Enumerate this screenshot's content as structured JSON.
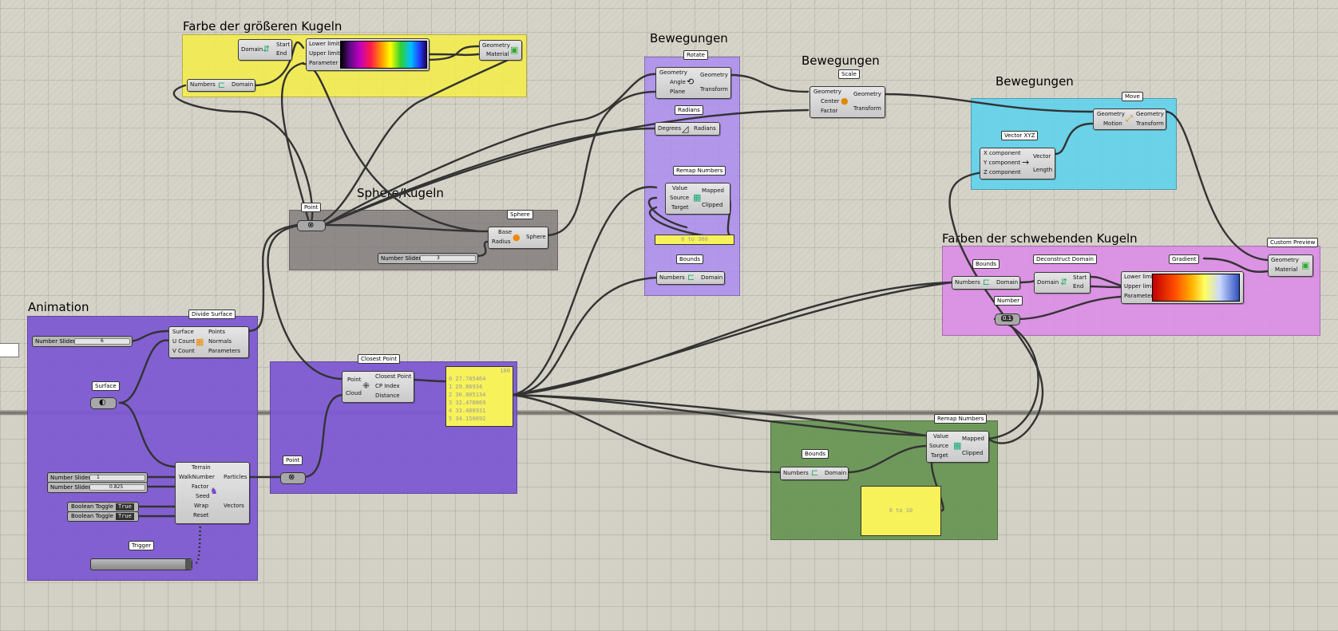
{
  "groups": {
    "farbe_title": "Farbe der größeren Kugeln",
    "bew1_title": "Bewegungen",
    "bew2_title": "Bewegungen",
    "bew3_title": "Bewegungen",
    "sphere_title": "Sphere/Kugeln",
    "farben_title": "Farben der schwebenden Kugeln",
    "animation_title": "Animation"
  },
  "colors": {
    "yellow_group": "#f0ea58",
    "purple_group": "#9a78e0",
    "dark_group": "#8b8787",
    "blue_group": "#5ad2ea",
    "pink_group": "#d98ae2",
    "violet_group": "#7b5bd3",
    "green_group": "#6c9a57",
    "panel_yellow": "#f7f25a"
  },
  "components": {
    "domain_top": {
      "left": "Domain",
      "out1": "Start",
      "out2": "End"
    },
    "numbers_domain_top": {
      "in": "Numbers",
      "out": "Domain"
    },
    "gradient_top": {
      "in1": "Lower limit",
      "in2": "Upper limit",
      "in3": "Parameter"
    },
    "preview_top": {
      "in1": "Geometry",
      "in2": "Material"
    },
    "rotate": {
      "badge": "Rotate",
      "in1": "Geometry",
      "in2": "Angle",
      "in3": "Plane",
      "out1": "Geometry",
      "out2": "Transform"
    },
    "radians": {
      "badge": "Radians",
      "in": "Degrees",
      "out": "Radians"
    },
    "remap1": {
      "badge": "Remap Numbers",
      "in1": "Value",
      "in2": "Source",
      "in3": "Target",
      "out1": "Mapped",
      "out2": "Clipped"
    },
    "panel_0_360": {
      "text": "0 to 360"
    },
    "bounds1": {
      "badge": "Bounds",
      "in": "Numbers",
      "out": "Domain"
    },
    "scale": {
      "badge": "Scale",
      "in1": "Geometry",
      "in2": "Center",
      "in3": "Factor",
      "out1": "Geometry",
      "out2": "Transform"
    },
    "move": {
      "badge": "Move",
      "in1": "Geometry",
      "in2": "Motion",
      "out1": "Geometry",
      "out2": "Transform"
    },
    "vectorxyz": {
      "badge": "Vector XYZ",
      "in1": "X component",
      "in2": "Y component",
      "in3": "Z component",
      "out1": "Vector",
      "out2": "Length"
    },
    "point_top": {
      "badge": "Point"
    },
    "sphere": {
      "badge": "Sphere",
      "in1": "Base",
      "in2": "Radius",
      "out": "Sphere"
    },
    "slider_sphere": {
      "label": "Number Slider",
      "value": "3"
    },
    "bounds2": {
      "badge": "Bounds",
      "in": "Numbers",
      "out": "Domain"
    },
    "deconstruct": {
      "badge": "Deconstruct Domain",
      "in": "Domain",
      "out1": "Start",
      "out2": "End"
    },
    "gradient2": {
      "badge": "Gradient",
      "in1": "Lower limit",
      "in2": "Upper limit",
      "in3": "Parameter"
    },
    "custom_preview": {
      "badge": "Custom Preview",
      "in1": "Geometry",
      "in2": "Material"
    },
    "number": {
      "badge": "Number",
      "value": "0.1"
    },
    "divide_surface": {
      "badge": "Divide Surface",
      "in1": "Surface",
      "in2": "U Count",
      "in3": "V Count",
      "out1": "Points",
      "out2": "Normals",
      "out3": "Parameters"
    },
    "slider_anim": {
      "label": "Number Slider",
      "value": "6"
    },
    "surface": {
      "badge": "Surface"
    },
    "walker": {
      "in1": "Terrain",
      "in2": "WalkNumber",
      "in3": "Factor",
      "in4": "Seed",
      "in5": "Wrap",
      "in6": "Reset",
      "out1": "Particles",
      "out2": "Vectors"
    },
    "slider_walk1": {
      "label": "Number Slider",
      "value": "1"
    },
    "slider_walk2": {
      "label": "Number Slider",
      "value": "0.825"
    },
    "toggle1": {
      "label": "Boolean Toggle",
      "value": "True"
    },
    "toggle2": {
      "label": "Boolean Toggle",
      "value": "True"
    },
    "trigger": {
      "badge": "Trigger"
    },
    "closest_point": {
      "badge": "Closest Point",
      "in1": "Point",
      "in2": "Cloud",
      "out1": "Closest Point",
      "out2": "CP Index",
      "out3": "Distance"
    },
    "point_bottom": {
      "badge": "Point"
    },
    "data_panel": {
      "header": "100",
      "rows": [
        "0 27.785464",
        "1 29.86934",
        "2 30.805134",
        "3 32.478869",
        "4 33.480931",
        "5 34.150092"
      ]
    },
    "remap2": {
      "badge": "Remap Numbers",
      "in1": "Value",
      "in2": "Source",
      "in3": "Target",
      "out1": "Mapped",
      "out2": "Clipped"
    },
    "bounds3": {
      "badge": "Bounds",
      "in": "Numbers",
      "out": "Domain"
    },
    "panel_0_10": {
      "text": "0 to 10"
    }
  }
}
